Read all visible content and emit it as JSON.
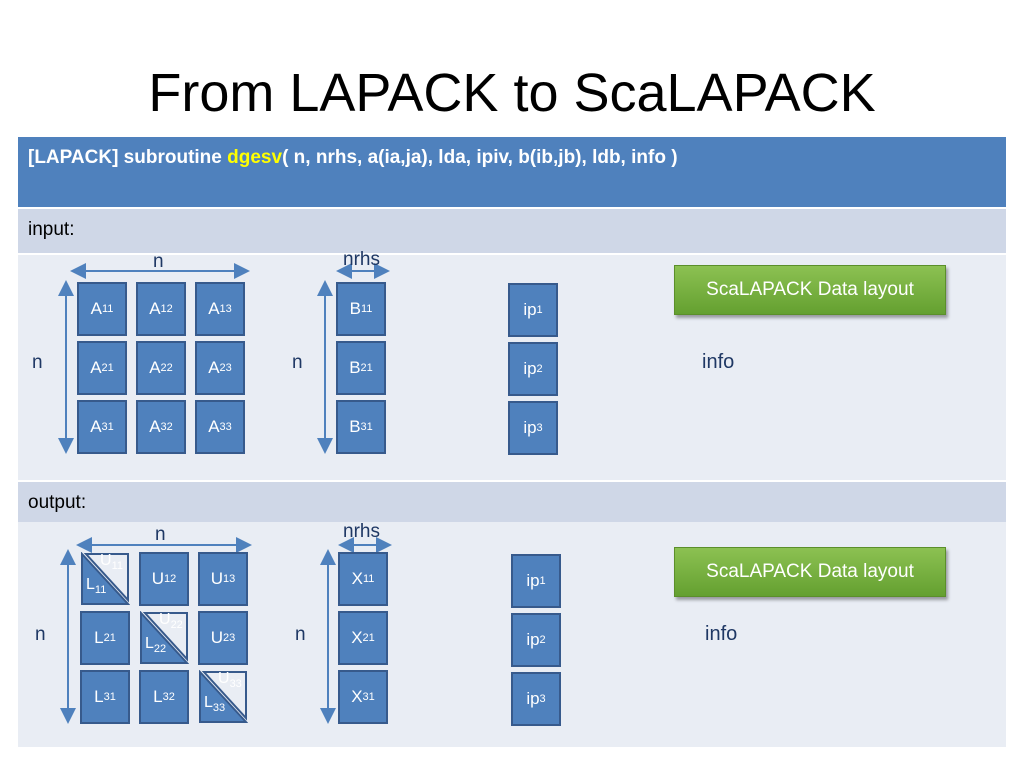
{
  "slide": {
    "title": "From LAPACK to ScaLAPACK"
  },
  "header": {
    "prefix": "[LAPACK] subroutine ",
    "function": "dgesv",
    "args": "( n, nrhs, a(ia,ja), lda, ipiv, b(ib,jb), ldb, info )"
  },
  "input": {
    "label": "input:",
    "n_top": "n",
    "n_side": "n",
    "nrhs": "nrhs",
    "n_side_b": "n",
    "A": [
      [
        {
          "b": "A",
          "s": "11"
        },
        {
          "b": "A",
          "s": "12"
        },
        {
          "b": "A",
          "s": "13"
        }
      ],
      [
        {
          "b": "A",
          "s": "21"
        },
        {
          "b": "A",
          "s": "22"
        },
        {
          "b": "A",
          "s": "23"
        }
      ],
      [
        {
          "b": "A",
          "s": "31"
        },
        {
          "b": "A",
          "s": "32"
        },
        {
          "b": "A",
          "s": "33"
        }
      ]
    ],
    "B": [
      {
        "b": "B",
        "s": "11"
      },
      {
        "b": "B",
        "s": "21"
      },
      {
        "b": "B",
        "s": "31"
      }
    ],
    "ip": [
      {
        "b": "ip",
        "s": "1"
      },
      {
        "b": "ip",
        "s": "2"
      },
      {
        "b": "ip",
        "s": "3"
      }
    ],
    "button": "ScaLAPACK Data layout",
    "info": "info"
  },
  "output": {
    "label": "output:",
    "n_top": "n",
    "n_side": "n",
    "nrhs": "nrhs",
    "n_side_x": "n",
    "LU": [
      [
        {
          "diag": true,
          "u": "U",
          "us": "11",
          "l": "L",
          "ls": "11"
        },
        {
          "b": "U",
          "s": "12"
        },
        {
          "b": "U",
          "s": "13"
        }
      ],
      [
        {
          "b": "L",
          "s": "21"
        },
        {
          "diag": true,
          "u": "U",
          "us": "22",
          "l": "L",
          "ls": "22"
        },
        {
          "b": "U",
          "s": "23"
        }
      ],
      [
        {
          "b": "L",
          "s": "31"
        },
        {
          "b": "L",
          "s": "32"
        },
        {
          "diag": true,
          "u": "U",
          "us": "33",
          "l": "L",
          "ls": "33"
        }
      ]
    ],
    "X": [
      {
        "b": "X",
        "s": "11"
      },
      {
        "b": "X",
        "s": "21"
      },
      {
        "b": "X",
        "s": "31"
      }
    ],
    "ip": [
      {
        "b": "ip",
        "s": "1"
      },
      {
        "b": "ip",
        "s": "2"
      },
      {
        "b": "ip",
        "s": "3"
      }
    ],
    "button": "ScaLAPACK Data layout",
    "info": "info"
  },
  "colors": {
    "cell": "#4f81bd",
    "header": "#4f81bd",
    "label_band": "#cfd7e7",
    "body_band": "#e9edf4",
    "button": "#76b041",
    "highlight": "#ffff00"
  }
}
